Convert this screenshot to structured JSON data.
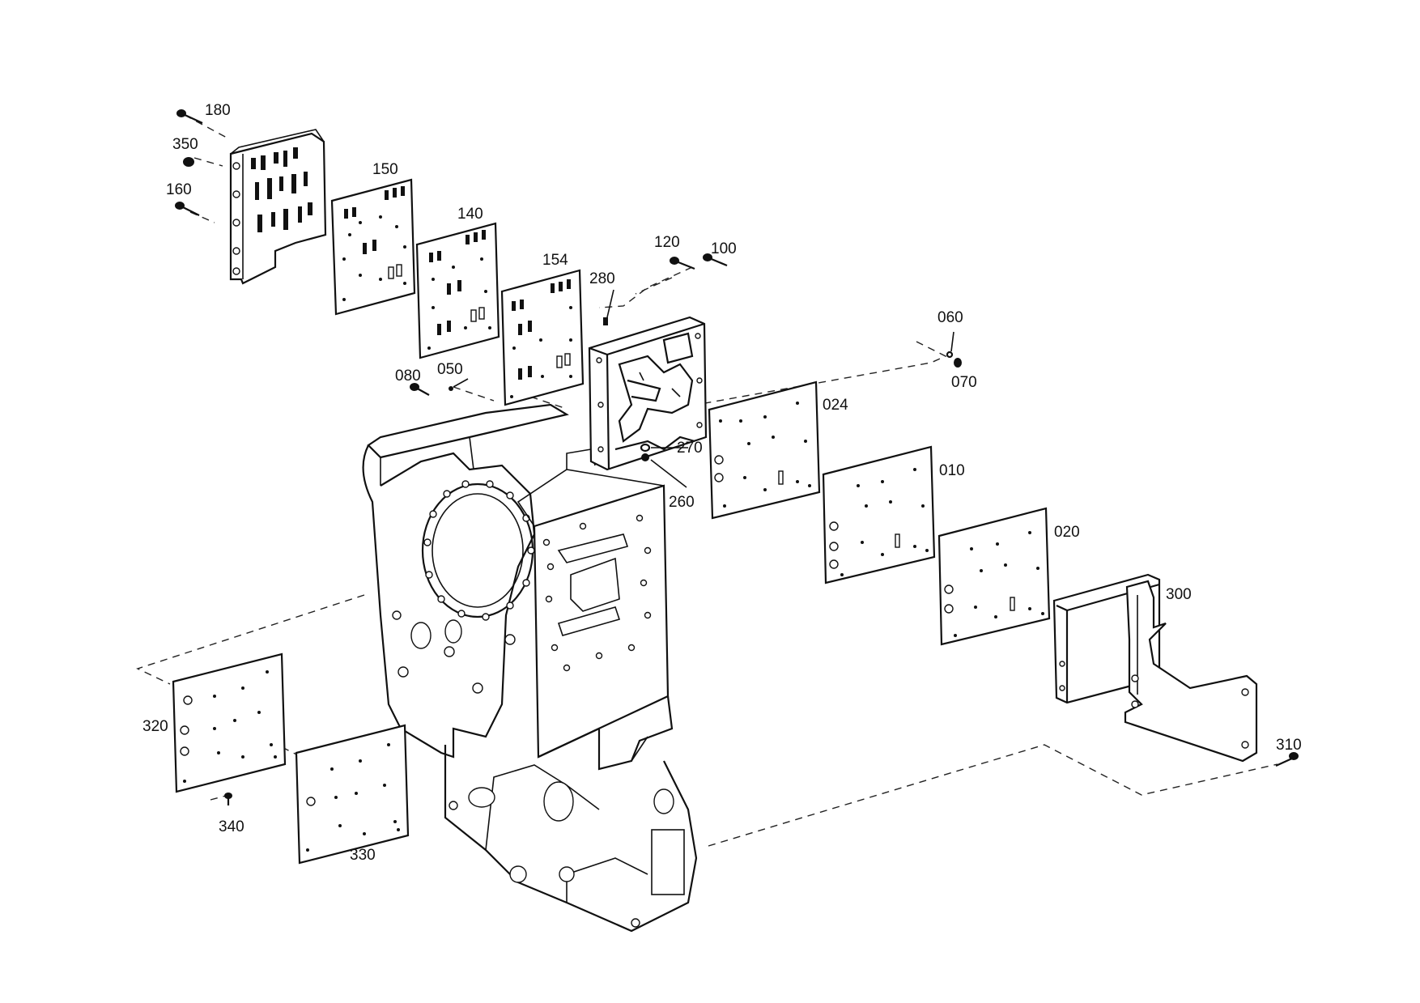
{
  "diagram": {
    "callouts": [
      {
        "id": "c180",
        "text": "180"
      },
      {
        "id": "c350",
        "text": "350"
      },
      {
        "id": "c160",
        "text": "160"
      },
      {
        "id": "c150",
        "text": "150"
      },
      {
        "id": "c140",
        "text": "140"
      },
      {
        "id": "c154",
        "text": "154"
      },
      {
        "id": "c120",
        "text": "120"
      },
      {
        "id": "c100",
        "text": "100"
      },
      {
        "id": "c280",
        "text": "280"
      },
      {
        "id": "c060",
        "text": "060"
      },
      {
        "id": "c070",
        "text": "070"
      },
      {
        "id": "c080",
        "text": "080"
      },
      {
        "id": "c050",
        "text": "050"
      },
      {
        "id": "c024",
        "text": "024"
      },
      {
        "id": "c270",
        "text": "270"
      },
      {
        "id": "c260",
        "text": "260"
      },
      {
        "id": "c010",
        "text": "010"
      },
      {
        "id": "c020",
        "text": "020"
      },
      {
        "id": "c300",
        "text": "300"
      },
      {
        "id": "c320",
        "text": "320"
      },
      {
        "id": "c310",
        "text": "310"
      },
      {
        "id": "c340",
        "text": "340"
      },
      {
        "id": "c330",
        "text": "330"
      }
    ]
  },
  "colors": {
    "line": "#111111",
    "background": "#ffffff"
  }
}
